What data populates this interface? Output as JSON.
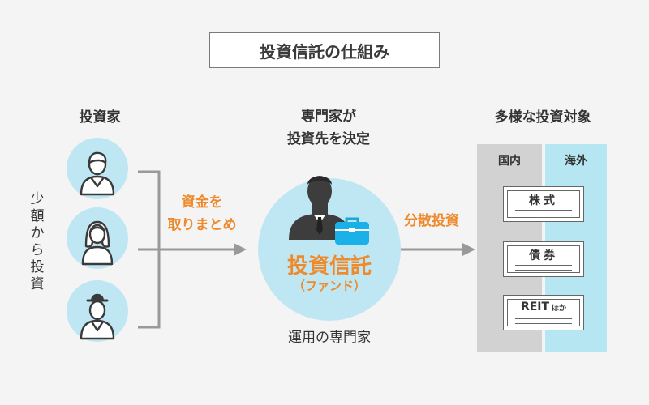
{
  "title": "投資信託の仕組み",
  "investors": {
    "heading": "投資家",
    "vertical_label": [
      "少",
      "額",
      "か",
      "ら",
      "投",
      "資"
    ]
  },
  "flow_left": {
    "line1": "資金を",
    "line2": "取りまとめ"
  },
  "expert": {
    "line1": "専門家が",
    "line2": "投資先を決定"
  },
  "fund": {
    "title": "投資信託",
    "subtitle": "（ファンド）",
    "caption": "運用の専門家"
  },
  "flow_right": {
    "label": "分散投資"
  },
  "targets": {
    "heading": "多様な投資対象",
    "domestic": "国内",
    "overseas": "海外",
    "items": [
      {
        "label": "株式"
      },
      {
        "label": "債券"
      },
      {
        "label": "REIT",
        "small": "ほか"
      }
    ]
  },
  "colors": {
    "accent": "#ee8a2c",
    "light_blue": "#bfe7f3",
    "gray_column": "#d2d2d2",
    "blue_column": "#b7e6f3",
    "arrow": "#999999",
    "background": "#f4f4f4"
  }
}
